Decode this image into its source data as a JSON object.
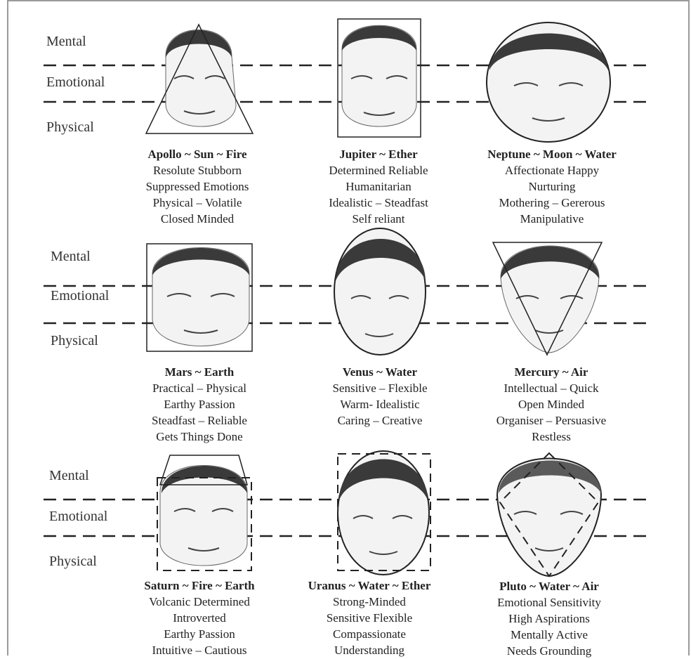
{
  "zones": [
    {
      "mental": "Mental",
      "emotional": "Emotional",
      "physical": "Physical"
    },
    {
      "mental": "Mental",
      "emotional": "Emotional",
      "physical": "Physical"
    },
    {
      "mental": "Mental",
      "emotional": "Emotional",
      "physical": "Physical"
    }
  ],
  "faces": [
    {
      "name": "apollo",
      "shape": "triangle",
      "title": "Apollo ~ Sun ~ Fire",
      "lines": [
        "Resolute Stubborn",
        "Suppressed Emotions",
        "Physical – Volatile",
        "Closed Minded"
      ]
    },
    {
      "name": "jupiter",
      "shape": "rectangle",
      "title": "Jupiter ~ Ether",
      "lines": [
        "Determined Reliable",
        "Humanitarian",
        "Idealistic – Steadfast",
        "Self reliant"
      ]
    },
    {
      "name": "neptune",
      "shape": "circle",
      "title": "Neptune ~ Moon ~ Water",
      "lines": [
        "Affectionate Happy",
        "Nurturing",
        "Mothering – Gererous",
        "Manipulative"
      ]
    },
    {
      "name": "mars",
      "shape": "square",
      "title": "Mars ~ Earth",
      "lines": [
        "Practical – Physical",
        "Earthy Passion",
        "Steadfast – Reliable",
        "Gets Things Done"
      ]
    },
    {
      "name": "venus",
      "shape": "oval",
      "title": "Venus ~ Water",
      "lines": [
        "Sensitive – Flexible",
        "Warm- Idealistic",
        "Caring – Creative"
      ]
    },
    {
      "name": "mercury",
      "shape": "inverted-triangle",
      "title": "Mercury ~ Air",
      "lines": [
        "Intellectual – Quick",
        "Open Minded",
        "Organiser – Persuasive",
        "Restless"
      ]
    },
    {
      "name": "saturn",
      "shape": "trapezoid-dashed-square",
      "title": "Saturn ~ Fire ~ Earth",
      "lines": [
        "Volcanic Determined",
        "Introverted",
        "Earthy Passion",
        "Intuitive – Cautious"
      ]
    },
    {
      "name": "uranus",
      "shape": "dashed-square-oval",
      "title": "Uranus ~ Water ~ Ether",
      "lines": [
        "Strong-Minded",
        "Sensitive Flexible",
        "Compassionate",
        "Understanding"
      ]
    },
    {
      "name": "pluto",
      "shape": "dashed-kite",
      "title": "Pluto ~ Water ~ Air",
      "lines": [
        "Emotional Sensitivity",
        "High Aspirations",
        "Mentally Active",
        "Needs Grounding"
      ]
    }
  ]
}
